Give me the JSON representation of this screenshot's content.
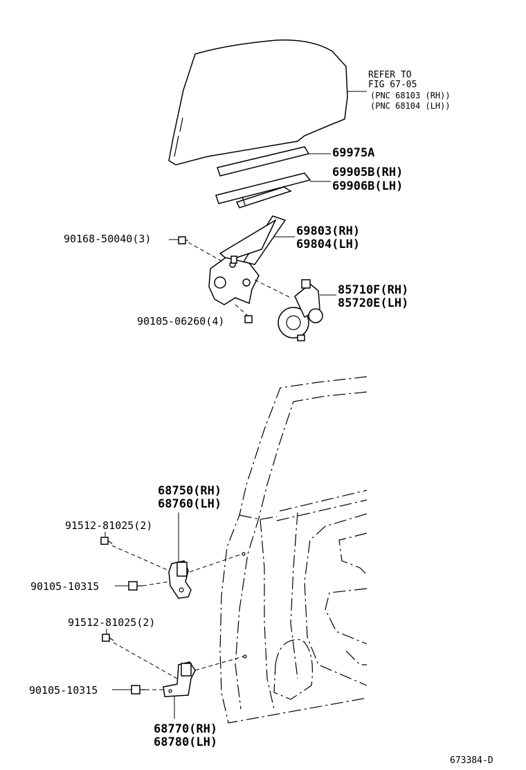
{
  "refer_note": {
    "line1": "REFER TO",
    "line2": "FIG 67-05",
    "line3": "(PNC 68103 (RH))",
    "line4": "(PNC 68104 (LH))"
  },
  "callouts": {
    "weatherstrip": "69975A",
    "channel_rh": "69905B(RH)",
    "channel_lh": "69906B(LH)",
    "regulator_rh": "69803(RH)",
    "regulator_lh": "69804(LH)",
    "regulator_bolt": "90168-50040(3)",
    "motor_rh": "85710F(RH)",
    "motor_lh": "85720E(LH)",
    "motor_bolt": "90105-06260(4)",
    "upper_hinge_rh": "68750(RH)",
    "upper_hinge_lh": "68760(LH)",
    "upper_hinge_screw": "91512-81025(2)",
    "upper_hinge_bolt": "90105-10315",
    "lower_hinge_screw": "91512-81025(2)",
    "lower_hinge_bolt": "90105-10315",
    "lower_hinge_rh": "68770(RH)",
    "lower_hinge_lh": "68780(LH)"
  },
  "figure_id": "673384-D"
}
